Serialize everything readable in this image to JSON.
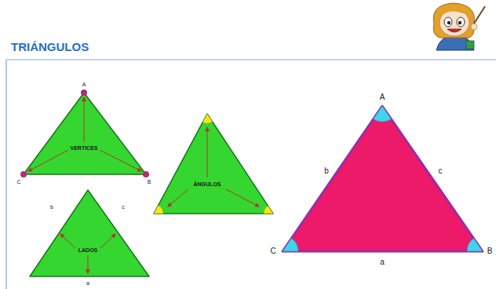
{
  "diagram": {
    "title": "TRIÁNGULOS",
    "nodes": [
      {
        "text": [
          "VERTICES"
        ]
      },
      {
        "text": [
          "ÁNGULOS"
        ]
      },
      {
        "text": [
          "LADOS"
        ]
      }
    ],
    "labels": [
      "A",
      "C",
      "B",
      "b",
      "c",
      "a",
      "A",
      "b",
      "c",
      "C",
      "a",
      "B"
    ]
  }
}
